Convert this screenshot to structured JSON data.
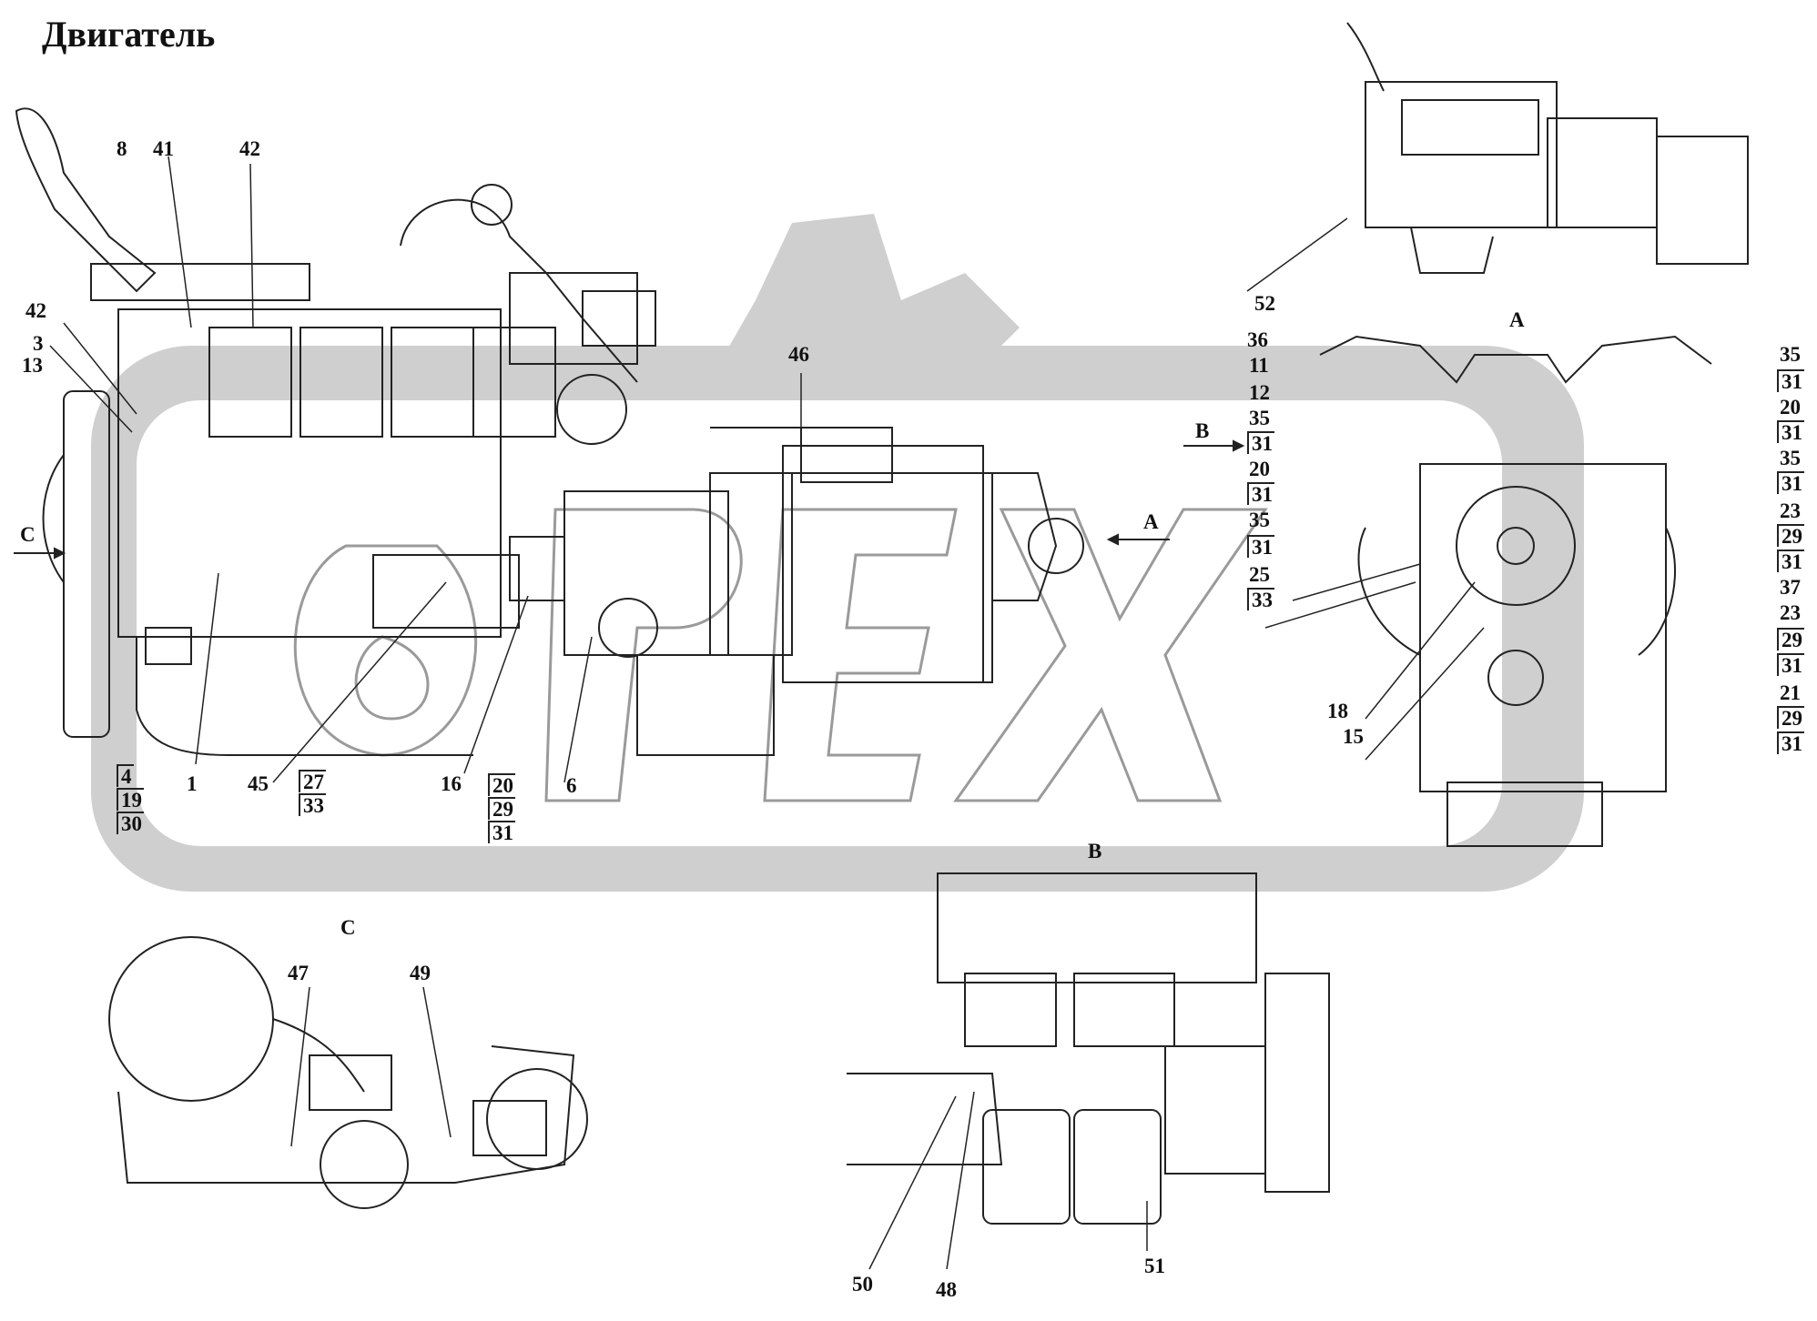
{
  "title": "Двигатель",
  "watermark": "OPEX",
  "views": {
    "a": "А",
    "b": "В",
    "c": "С"
  },
  "labels": [
    "8",
    "41",
    "42",
    "42",
    "3",
    "13",
    "1",
    "45",
    "16",
    "6",
    "46",
    "4",
    "19",
    "30",
    "27",
    "33",
    "20",
    "29",
    "31",
    "52",
    "36",
    "11",
    "12",
    "35",
    "31",
    "20",
    "31",
    "35",
    "31",
    "25",
    "33",
    "18",
    "15",
    "35",
    "31",
    "20",
    "31",
    "35",
    "31",
    "23",
    "29",
    "31",
    "37",
    "23",
    "29",
    "31",
    "21",
    "29",
    "31",
    "47",
    "49",
    "50",
    "48",
    "51"
  ],
  "colors": {
    "watermark": "#c8c8c8",
    "line": "#222222"
  }
}
